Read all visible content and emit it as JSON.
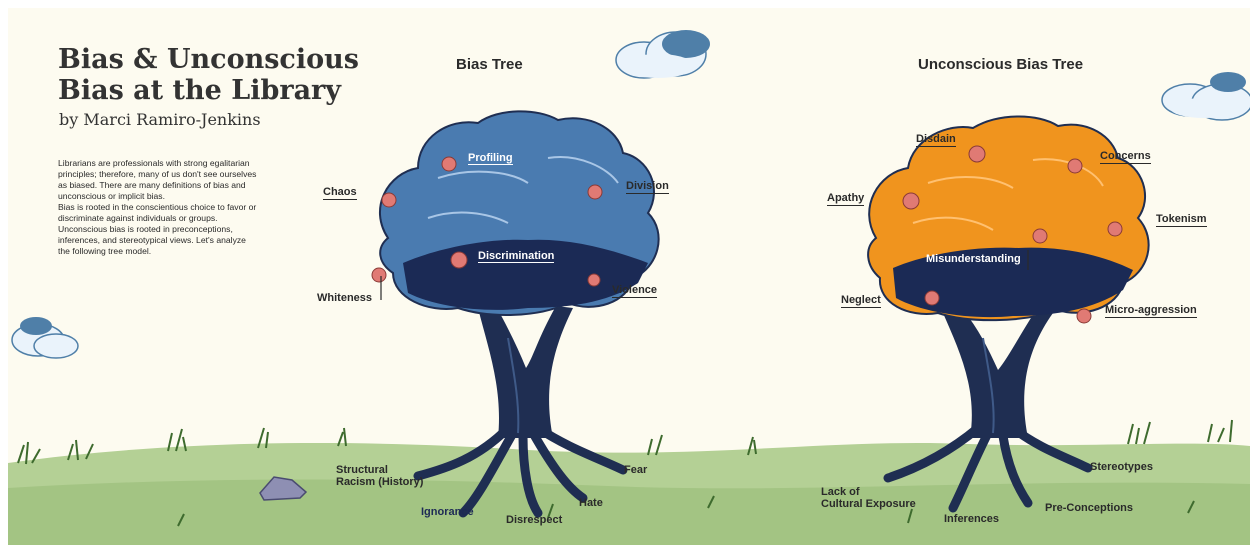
{
  "page": {
    "title": "Bias & Unconscious\nBias at the Library",
    "author": "by Marci Ramiro-Jenkins",
    "intro": [
      "Librarians are professionals with strong egalitarian principles; therefore, many of us don't see ourselves as biased. There are many definitions of bias and unconscious or implicit bias.",
      "Bias is rooted in the conscientious choice to favor or discriminate against individuals or groups. Unconscious bias is rooted in preconceptions, inferences, and stereotypical views. Let's analyze the following tree model."
    ]
  },
  "bias_tree": {
    "title": "Bias Tree",
    "fruits": {
      "profiling": "Profiling",
      "chaos": "Chaos",
      "division": "Division",
      "discrimination": "Discrimination",
      "whiteness": "Whiteness",
      "violence": "Violence"
    },
    "roots": {
      "structural_racism": "Structural\nRacism (History)",
      "ignorance": "Ignorance",
      "disrespect": "Disrespect",
      "hate": "Hate",
      "fear": "Fear"
    },
    "canopy_color": "#4a7bb0"
  },
  "unconscious_tree": {
    "title": "Unconscious Bias Tree",
    "fruits": {
      "disdain": "Disdain",
      "concerns": "Concerns",
      "apathy": "Apathy",
      "tokenism": "Tokenism",
      "misunderstanding": "Misunderstanding",
      "neglect": "Neglect",
      "micro_aggression": "Micro-aggression"
    },
    "roots": {
      "lack_of_exposure": "Lack of\nCultural Exposure",
      "inferences": "Inferences",
      "pre_conceptions": "Pre-Conceptions",
      "stereotypes": "Stereotypes"
    },
    "canopy_color": "#f0941e"
  },
  "colors": {
    "background": "#fdfbf0",
    "grass": "#a9c98a",
    "trunk": "#1f2e52",
    "fruit": "#e07a74",
    "cloud_fill": "#eaf3fb",
    "cloud_dark": "#4f7fa8"
  }
}
